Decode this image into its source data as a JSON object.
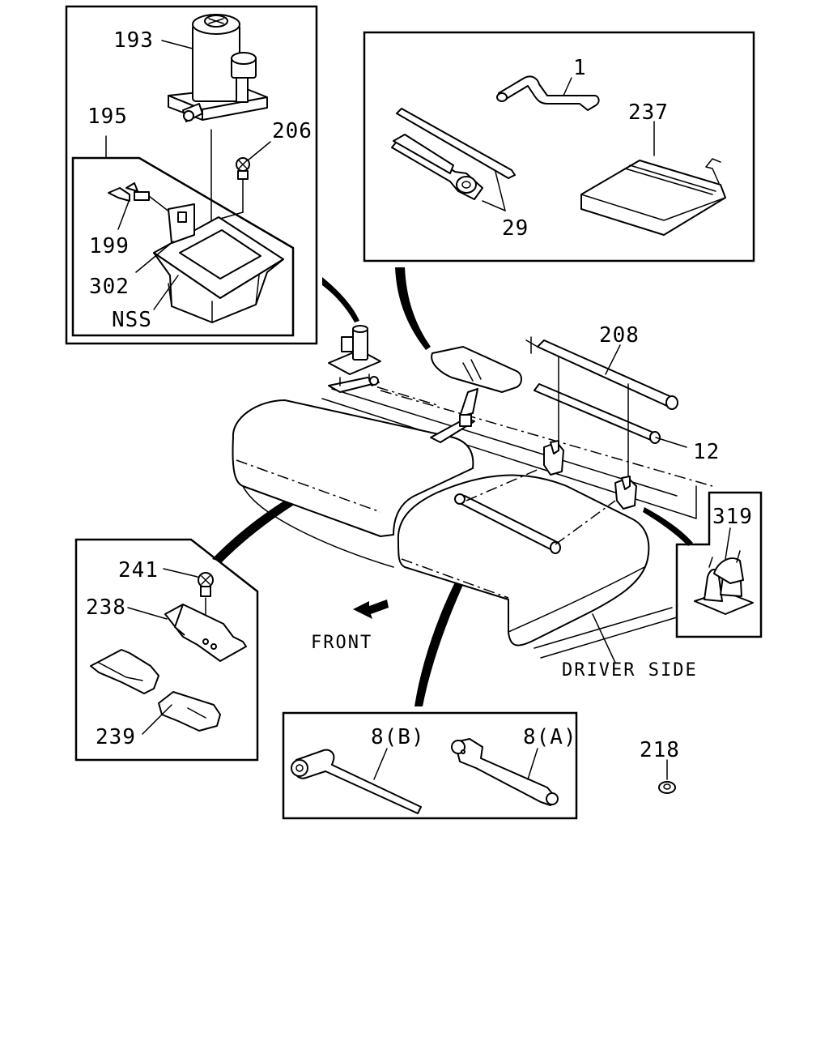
{
  "callouts": {
    "c193": "193",
    "c195": "195",
    "c206": "206",
    "c199": "199",
    "c302": "302",
    "nss": "NSS",
    "c1": "1",
    "c237": "237",
    "c29": "29",
    "c208": "208",
    "c12": "12",
    "c319": "319",
    "c241": "241",
    "c238": "238",
    "c239": "239",
    "c8b": "8(B)",
    "c8a": "8(A)",
    "c218": "218"
  },
  "captions": {
    "front": "FRONT",
    "driver_side": "DRIVER SIDE"
  },
  "colors": {
    "line": "#000000",
    "background": "#ffffff"
  }
}
